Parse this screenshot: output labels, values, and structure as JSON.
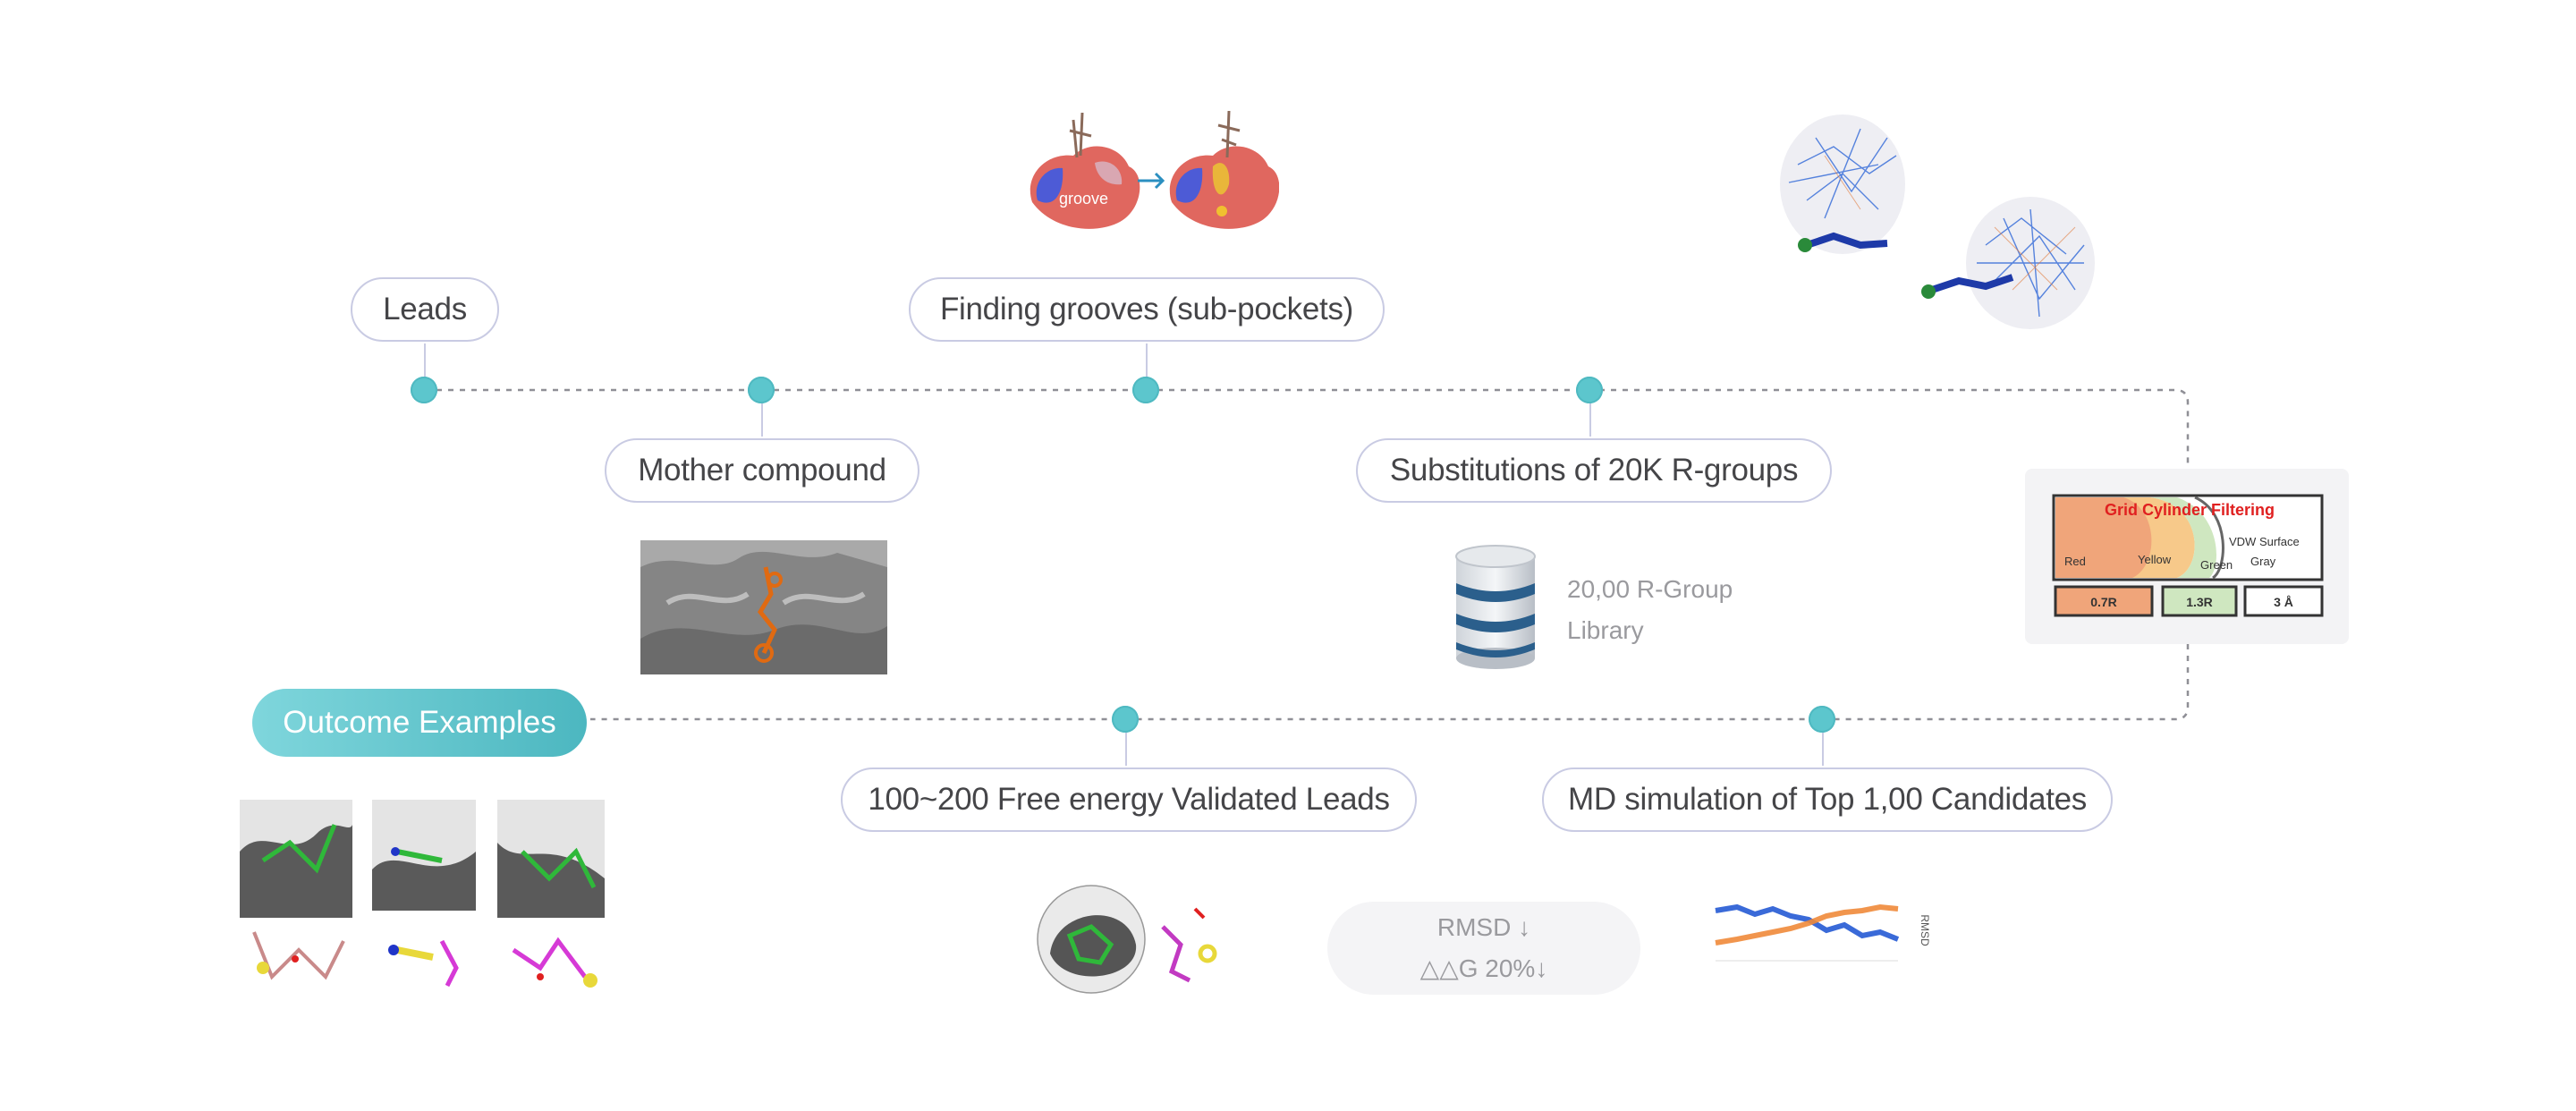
{
  "steps": {
    "leads": "Leads",
    "mother_compound": "Mother compound",
    "finding_grooves": "Finding grooves (sub-pockets)",
    "substitutions": "Substitutions of 20K R-groups",
    "validated_leads": "100~200 Free energy Validated Leads",
    "md_simulation": "MD simulation of Top 1,00 Candidates"
  },
  "outcome_button": "Outcome Examples",
  "library": {
    "line1": "20,00 R-Group",
    "line2": "Library"
  },
  "rmsd": {
    "line1": "RMSD ↓",
    "line2": "△△G 20%↓"
  },
  "groove_image": {
    "label": "groove"
  },
  "grid_filter": {
    "title": "Grid Cylinder Filtering",
    "zones": [
      "Red",
      "Yellow",
      "Green",
      "VDW Surface",
      "Gray"
    ],
    "values": [
      "0.7R",
      "1.3R",
      "3 Å"
    ]
  },
  "md_plot": {
    "side_label": "RMSD"
  },
  "colors": {
    "accent": "#5cc6cd",
    "pill_border": "#c9cbe3",
    "connector": "#8f8f96"
  }
}
